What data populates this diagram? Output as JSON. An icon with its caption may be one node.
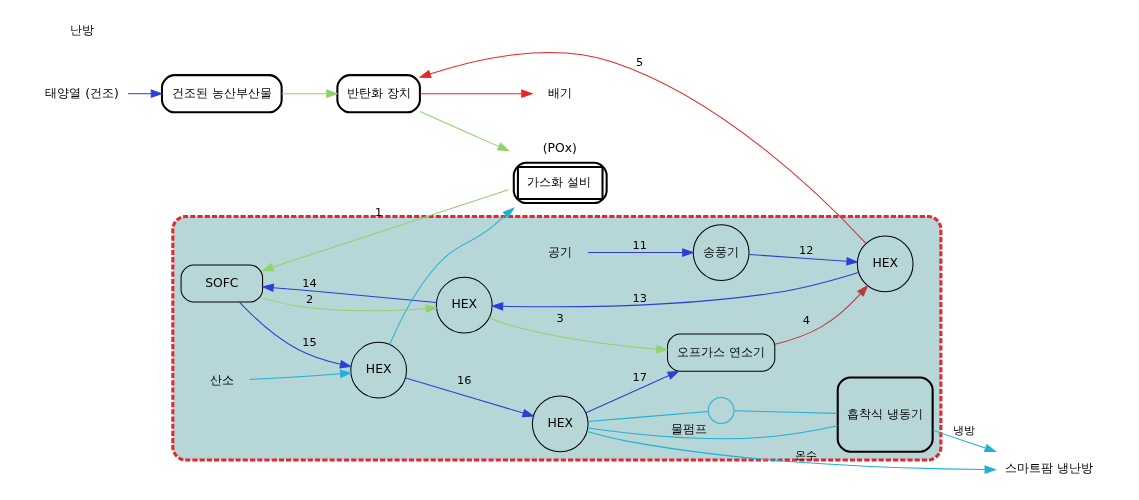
{
  "diagram": {
    "nodes": [
      {
        "text": [],
        "shape": "box"
      },
      {
        "text": [
          "태양열 (건조)"
        ]
      },
      {
        "text": [
          "건조된 농산부산물"
        ]
      },
      {
        "text": [
          "반탄화 장치"
        ]
      },
      {
        "text": [
          "배기"
        ]
      },
      {
        "text": [
          "가스화 설비"
        ],
        "beside": [
          "(POx)"
        ]
      },
      {
        "text": [
          "SOFC"
        ],
        "in": 0
      },
      {
        "text": [
          "공기"
        ],
        "in": 0
      },
      {
        "text": [
          "송풍기"
        ],
        "in": 0
      },
      {
        "text": [
          "HEX"
        ],
        "in": 0
      },
      {
        "text": [
          "HEX"
        ],
        "in": 0
      },
      {
        "text": [
          "오프가스 연소기"
        ],
        "in": 0
      },
      {
        "text": [
          "HEX"
        ],
        "in": 0
      },
      {
        "text": [
          "산소"
        ],
        "in": 0
      },
      {
        "text": [
          "HEX"
        ],
        "in": 0
      },
      {
        "text": [],
        "shape": "circle",
        "in": 0,
        "beside": [
          "물펌프"
        ]
      },
      {
        "text": [
          "흡착식 냉동기"
        ],
        "in": 0
      },
      {
        "text": [
          "스마트팜 냉난방"
        ]
      }
    ],
    "edges": [
      {
        "from": 1,
        "to": 2,
        "arrow": "to"
      },
      {
        "from": 2,
        "to": 3,
        "arrow": "to",
        "color": "#8fd36a"
      },
      {
        "from": 3,
        "to": 5,
        "arrow": "to",
        "color": "#8fd36a"
      },
      {
        "from": 3,
        "to": 4,
        "arrow": "to",
        "color": "#e8262b"
      },
      {
        "from": 5,
        "to": 6,
        "arrow": "to",
        "label": "1",
        "color": "#8fd36a"
      },
      {
        "from": 6,
        "to": 10,
        "arrow": "to",
        "label": "2",
        "color": "#8fd36a"
      },
      {
        "from": 10,
        "to": 11,
        "arrow": "to",
        "label": "3",
        "color": "#8fd36a"
      },
      {
        "from": 11,
        "to": 9,
        "arrow": "to",
        "label": "4",
        "color": "#c0393b"
      },
      {
        "from": 9,
        "to": 3,
        "arrow": "to",
        "label": "5",
        "color": "#e8262b"
      },
      {
        "from": 7,
        "to": 8,
        "arrow": "to",
        "label": "11"
      },
      {
        "from": 8,
        "to": 9,
        "arrow": "to",
        "label": "12"
      },
      {
        "from": 9,
        "to": 10,
        "arrow": "to",
        "label": "13"
      },
      {
        "from": 10,
        "to": 6,
        "arrow": "to",
        "label": "14"
      },
      {
        "from": 6,
        "to": 12,
        "arrow": "to",
        "label": "15"
      },
      {
        "from": 12,
        "to": 14,
        "arrow": "to",
        "label": "16"
      },
      {
        "from": 14,
        "to": 11,
        "arrow": "to",
        "label": "17"
      },
      {
        "from": 13,
        "to": 12,
        "arrow": "to",
        "color": "#1fb1d6"
      },
      {
        "from": 12,
        "to": 5,
        "arrow": "to",
        "color": "#1fb1d6"
      },
      {
        "from": 14,
        "to": 15,
        "arrow": "none",
        "color": "#1fb1d6"
      },
      {
        "from": 15,
        "to": 16,
        "arrow": "none",
        "color": "#1fb1d6"
      },
      {
        "from": 16,
        "to": 14,
        "arrow": "none",
        "color": "#1fb1d6"
      },
      {
        "from": 16,
        "to": 17,
        "arrow": "to",
        "label": "냉방",
        "color": "#1fb1d6"
      },
      {
        "from": 14,
        "to": 17,
        "arrow": "to",
        "label": "온수",
        "color": "#1fb1d6"
      }
    ],
    "labels": [
      "난방"
    ]
  }
}
